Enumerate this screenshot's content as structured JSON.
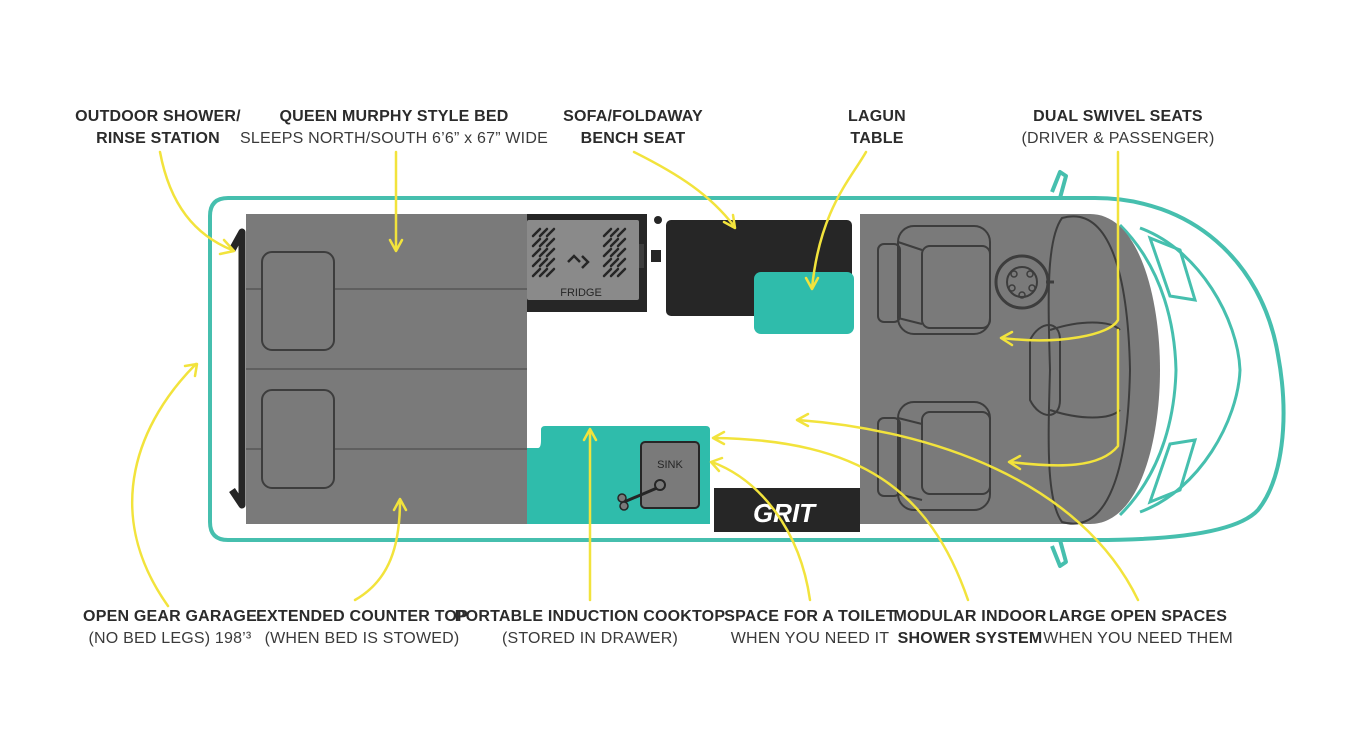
{
  "colors": {
    "outline": "#46bfae",
    "floor": "#7a7a7a",
    "dark": "#262626",
    "teal": "#2fbcab",
    "arrow": "#f2e33c",
    "text": "#2b2b2b"
  },
  "labels": {
    "outdoor_shower": {
      "line1": "OUTDOOR SHOWER/",
      "line2": "RINSE STATION"
    },
    "murphy_bed": {
      "line1": "QUEEN MURPHY STYLE BED",
      "line2": "SLEEPS NORTH/SOUTH 6’6” x 67” WIDE"
    },
    "sofa": {
      "line1": "SOFA/FOLDAWAY",
      "line2": "BENCH SEAT"
    },
    "lagun": {
      "line1": "LAGUN",
      "line2": "TABLE"
    },
    "swivel": {
      "line1": "DUAL SWIVEL SEATS",
      "line2": "(DRIVER & PASSENGER)"
    },
    "gear_garage": {
      "line1": "OPEN GEAR GARAGE",
      "line2": "(NO BED LEGS) 198’³"
    },
    "counter": {
      "line1": "EXTENDED COUNTER TOP",
      "line2": "(WHEN BED IS STOWED)"
    },
    "cooktop": {
      "line1": "PORTABLE INDUCTION COOKTOP",
      "line2": "(STORED IN DRAWER)"
    },
    "toilet": {
      "line1": "SPACE FOR A TOILET",
      "line2": "WHEN YOU NEED IT"
    },
    "shower_system": {
      "line1": "MODULAR INDOOR",
      "line2": "SHOWER SYSTEM"
    },
    "open_spaces": {
      "line1": "LARGE OPEN SPACES",
      "line2": "WHEN YOU NEED THEM"
    }
  },
  "fixtures": {
    "fridge": "FRIDGE",
    "sink": "SINK",
    "logo": "GRIT"
  }
}
